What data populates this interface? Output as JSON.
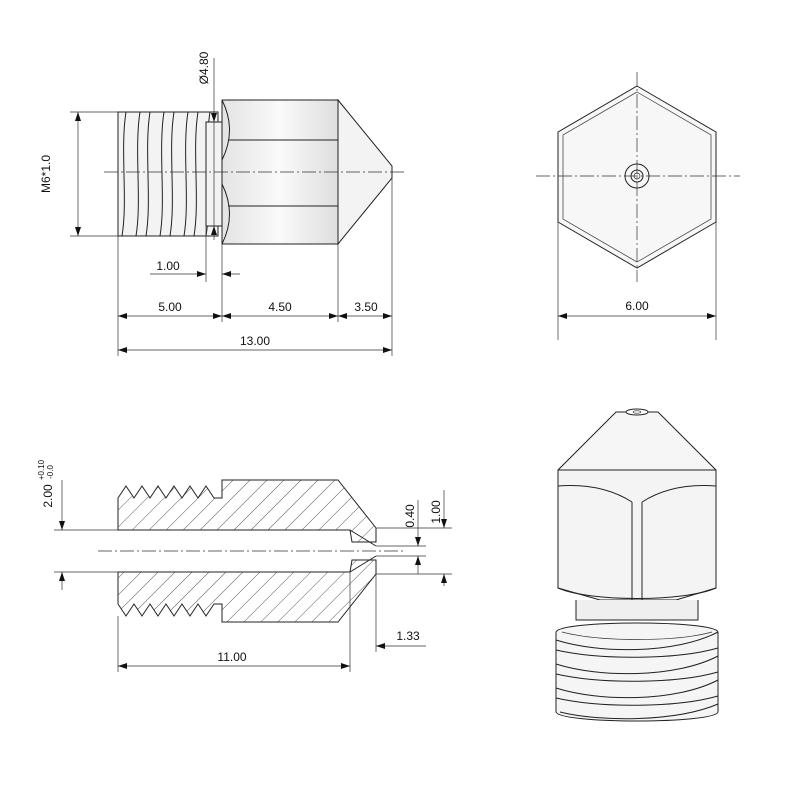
{
  "drawing": {
    "side_view": {
      "thread_label": "M6*1.0",
      "hole_diameter_label": "Ø4.80",
      "thread_relief_label": "1.00",
      "thread_length_label": "5.00",
      "hex_length_label": "4.50",
      "tip_length_label": "3.50",
      "overall_length_label": "13.00"
    },
    "front_view": {
      "across_flats_label": "6.00"
    },
    "section_view": {
      "bore_label_main": "2.00",
      "bore_tol_upper": "+0.10",
      "bore_tol_lower": "-0.0",
      "orifice_label": "0.40",
      "tip_flat_label": "1.00",
      "orifice_length_label": "1.33",
      "bore_depth_label": "11.00"
    }
  }
}
